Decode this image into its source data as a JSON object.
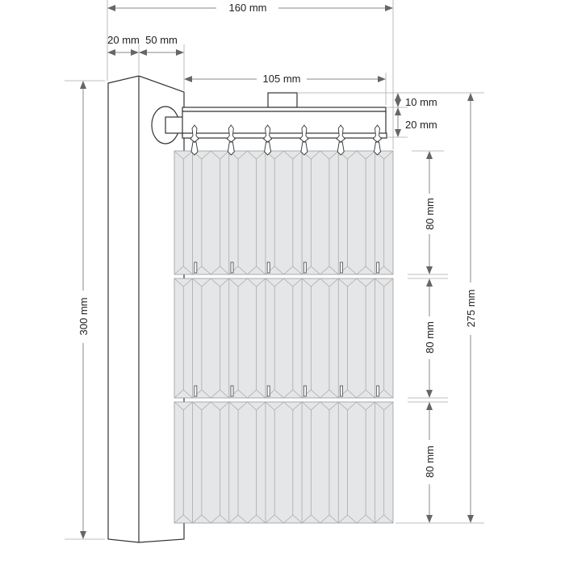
{
  "dimensions": {
    "total_width": "160 mm",
    "wall_offset": "20 mm",
    "bracket_depth": "50 mm",
    "rail_width": "105 mm",
    "rail_top": "10 mm",
    "rail_height": "20 mm",
    "panel_height_1": "80 mm",
    "panel_height_2": "80 mm",
    "panel_height_3": "80 mm",
    "blind_drop": "275 mm",
    "post_height": "300 mm"
  },
  "blind": {
    "panels": 3,
    "pleats_per_panel": 6,
    "hooks": 6
  },
  "colors": {
    "fabric": "#e4e6e8",
    "outline": "#333333",
    "dimension": "#888888"
  }
}
